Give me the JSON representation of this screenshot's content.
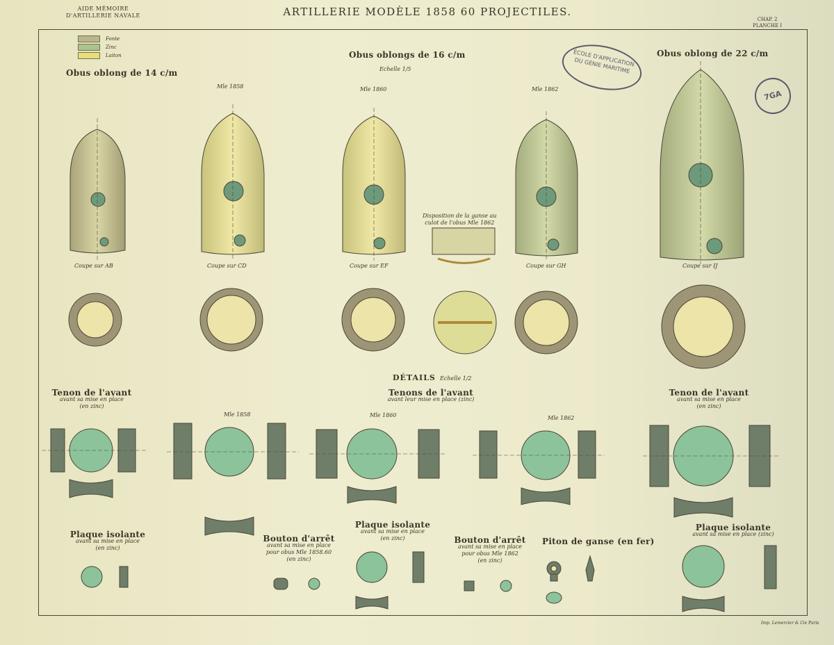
{
  "header": {
    "left_line1": "AIDE MÉMOIRE",
    "left_line2": "D'ARTILLERIE NAVALE",
    "title": "ARTILLERIE MODÈLE 1858 60  PROJECTILES.",
    "right_line1": "CHAP. 2",
    "right_line2": "PLANCHE I"
  },
  "legend": [
    {
      "label": "Fonte",
      "color": "#b9b68e"
    },
    {
      "label": "Zinc",
      "color": "#a9c48e"
    },
    {
      "label": "Laiton",
      "color": "#e8de7a"
    }
  ],
  "stamp": {
    "line1": "ÉCOLE D'APPLICATION",
    "line2": "DU GÉNIE MARITIME"
  },
  "seal_text": "7GA",
  "projectiles": {
    "obus14_title": "Obus oblong de 14 c/m",
    "obus16_title": "Obus oblongs de 16 c/m",
    "obus16_scale": "Echelle 1/5",
    "obus22_title": "Obus oblong de 22 c/m",
    "mle1858": "Mle 1858",
    "mle1860": "Mle 1860",
    "mle1862": "Mle 1862",
    "ganse_note_1": "Disposition de la ganse au",
    "ganse_note_2": "culot de l'obus Mle 1862",
    "sections": [
      "Coupe sur AB",
      "Coupe sur CD",
      "Coupe sur EF",
      "Coupe sur GH",
      "Coupe sur IJ"
    ]
  },
  "details": {
    "title": "DÉTAILS",
    "scale": "Echelle 1/2",
    "tenon_left_title": "Tenon de l'avant",
    "tenon_left_sub1": "avant sa mise en place",
    "tenon_left_sub2": "(en zinc)",
    "tenons_title": "Tenons de l'avant",
    "tenons_sub": "avant leur mise en place (zinc)",
    "mle1858": "Mle 1858",
    "mle1860": "Mle 1860",
    "mle1862": "Mle 1862",
    "tenon_right_title": "Tenon de l'avant",
    "tenon_right_sub1": "avant sa mise en place",
    "tenon_right_sub2": "(en zinc)",
    "plaque_left_title": "Plaque isolante",
    "plaque_left_sub1": "avant sa mise en place",
    "plaque_left_sub2": "(en zinc)",
    "bouton1_title": "Bouton d'arrêt",
    "bouton1_sub1": "avant sa mise en place",
    "bouton1_sub2": "pour obus Mle 1858.60",
    "bouton1_sub3": "(en zinc)",
    "plaque_mid_title": "Plaque isolante",
    "plaque_mid_sub1": "avant sa mise en place",
    "plaque_mid_sub2": "(en zinc)",
    "bouton2_title": "Bouton d'arrêt",
    "bouton2_sub1": "avant sa mise en place",
    "bouton2_sub2": "pour obus Mle 1862",
    "bouton2_sub3": "(en zinc)",
    "piton_title": "Piton de ganse (en fer)",
    "plaque_right_title": "Plaque isolante",
    "plaque_right_sub": "avant sa mise en place (zinc)"
  },
  "printer": "Imp. Lemercier & Cie Paris"
}
